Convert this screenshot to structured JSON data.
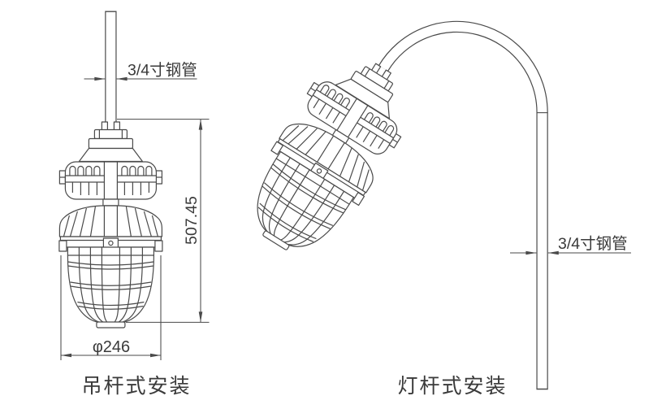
{
  "colors": {
    "background": "#ffffff",
    "line": "#4a4a4a",
    "text": "#3a3a3a"
  },
  "left_figure": {
    "caption": "吊杆式安装",
    "pipe_dimension_label": "3/4寸钢管",
    "height_dimension": "507.45",
    "diameter_dimension": "φ246"
  },
  "right_figure": {
    "caption": "灯杆式安装",
    "pipe_dimension_label": "3/4寸钢管"
  }
}
